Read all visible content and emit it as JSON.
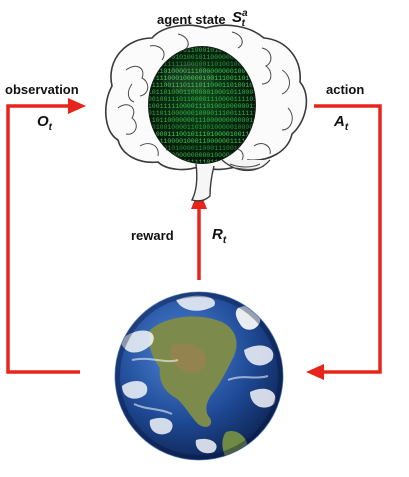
{
  "labels": {
    "agent_state": "agent state",
    "observation": "observation",
    "action": "action",
    "reward": "reward"
  },
  "symbols": {
    "state": {
      "base": "S",
      "sub": "t",
      "sup": "a"
    },
    "observation": {
      "base": "O",
      "sub": "t"
    },
    "action": {
      "base": "A",
      "sub": "t"
    },
    "reward": {
      "base": "R",
      "sub": "t"
    }
  },
  "colors": {
    "arrow": "#e8251c",
    "brain_outline": "#3a3a3a",
    "screen_bg": "#07280f",
    "screen_digits": "#4fd65f",
    "ocean": "#1f4a96",
    "land": "#7c8a4c",
    "cloud": "#f4f6fa"
  },
  "icons": {
    "brain": "brain-icon",
    "earth": "earth-globe-icon",
    "binary_screen": "binary-code-icon"
  }
}
